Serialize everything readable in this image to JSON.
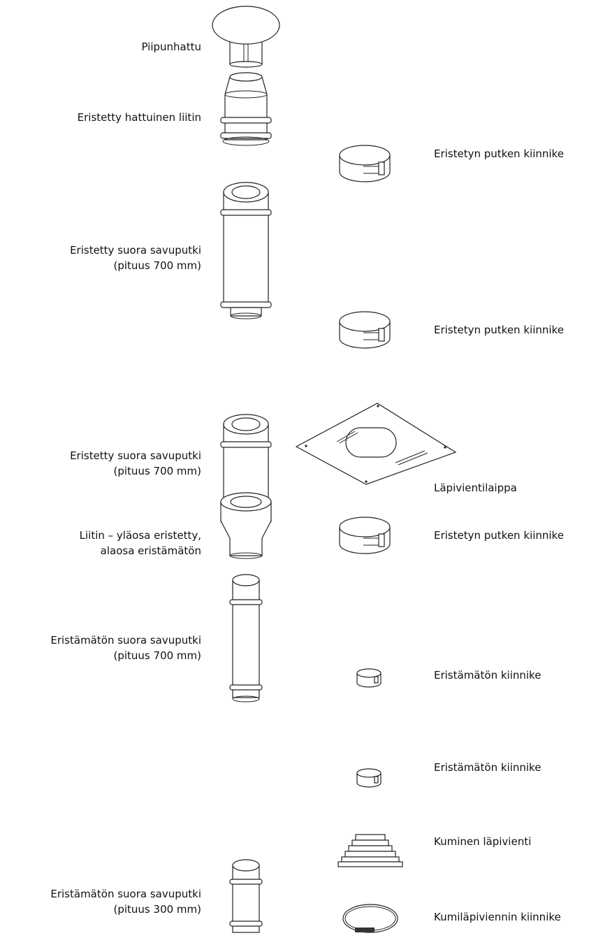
{
  "left_labels": {
    "chimney_cap": "Piipunhattu",
    "insulated_cap_connector": "Eristetty hattuinen liitin",
    "insulated_pipe_1": [
      "Eristetty suora savuputki",
      "(pituus 700 mm)"
    ],
    "insulated_pipe_2": [
      "Eristetty suora savuputki",
      "(pituus 700 mm)"
    ],
    "transition_connector": [
      "Liitin – yläosa eristetty,",
      "alaosa eristämätön"
    ],
    "uninsulated_pipe_700": [
      "Eristämätön suora savuputki",
      "(pituus 700 mm)"
    ],
    "uninsulated_pipe_300": [
      "Eristämätön suora savuputki",
      "(pituus 300 mm)"
    ]
  },
  "right_labels": {
    "insulated_bracket_1": "Eristetyn putken kiinnike",
    "insulated_bracket_2": "Eristetyn putken kiinnike",
    "flashing_plate": "Läpivientilaippa",
    "insulated_bracket_3": "Eristetyn putken kiinnike",
    "uninsulated_bracket_1": "Eristämätön kiinnike",
    "uninsulated_bracket_2": "Eristämätön kiinnike",
    "rubber_boot": "Kuminen läpivienti",
    "rubber_boot_clamp": "Kumiläpiviennin kiinnike"
  }
}
